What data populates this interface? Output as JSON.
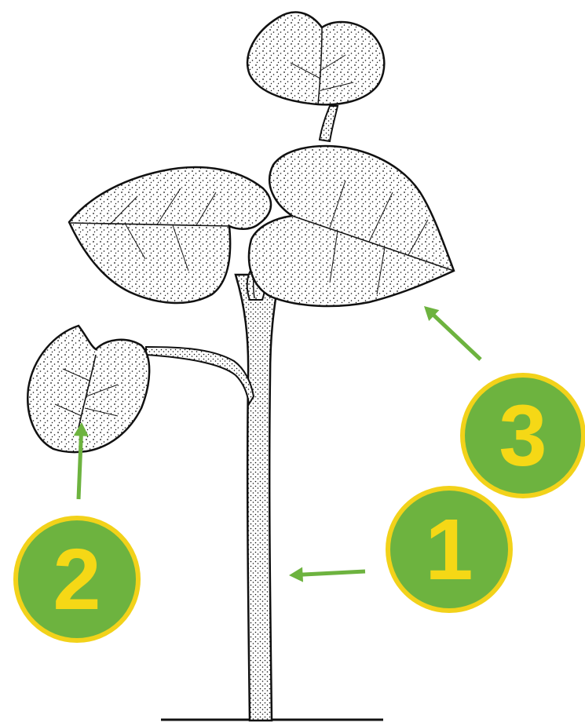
{
  "colors": {
    "badge_fill": "#6db33f",
    "badge_ring": "#f2d21a",
    "badge_digit": "#f5d816",
    "arrow": "#6db33f",
    "line_art": "#111111"
  },
  "callouts": [
    {
      "number": "1",
      "points_to": "stem"
    },
    {
      "number": "2",
      "points_to": "cotyledon"
    },
    {
      "number": "3",
      "points_to": "true leaf"
    }
  ]
}
